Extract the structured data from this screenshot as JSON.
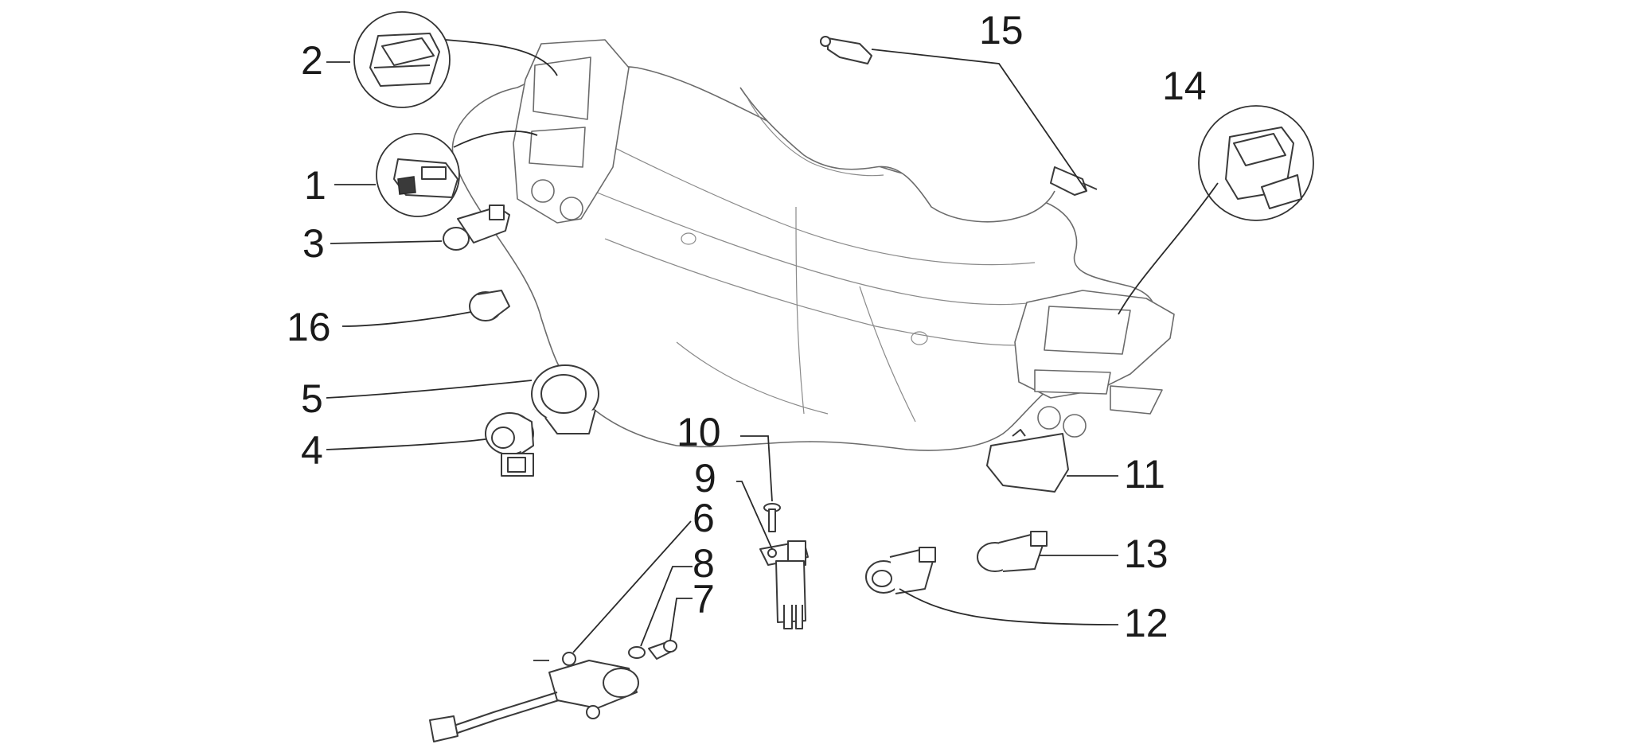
{
  "callouts": {
    "c1": "1",
    "c2": "2",
    "c3": "3",
    "c4": "4",
    "c5": "5",
    "c6": "6",
    "c7": "7",
    "c8": "8",
    "c9": "9",
    "c10": "10",
    "c11": "11",
    "c12": "12",
    "c13": "13",
    "c14": "14",
    "c15": "15",
    "c16": "16"
  },
  "colors": {
    "line": "#3a3a3a",
    "light_line": "#8a8a8a",
    "background": "#ffffff"
  }
}
